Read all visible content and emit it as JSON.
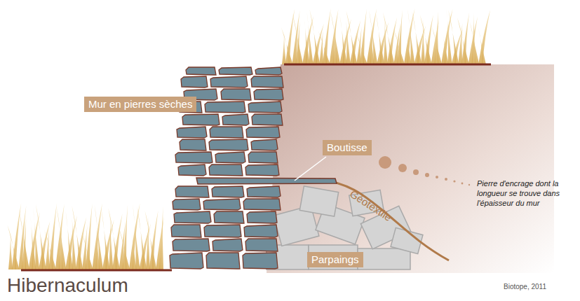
{
  "diagram": {
    "title": "Hibernaculum",
    "nodes": [
      {
        "text": [
          "Mur en pierres sèches"
        ]
      },
      {
        "text": [
          "Boutisse"
        ]
      },
      {
        "text": [
          "Parpaings"
        ]
      }
    ],
    "labels": [
      "Géotextile",
      "Pierre d'encrage dont la longueur se trouve dans l'épaisseur du mur",
      "Biotope, 2011"
    ]
  }
}
